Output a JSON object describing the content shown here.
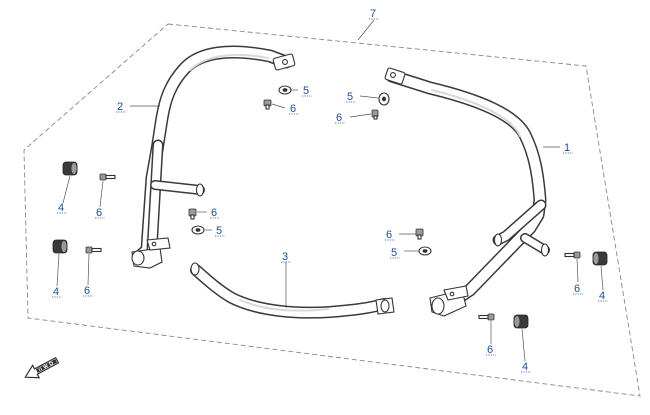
{
  "diagram": {
    "callouts": [
      {
        "id": "c7",
        "label": "7"
      },
      {
        "id": "c2",
        "label": "2"
      },
      {
        "id": "c5a",
        "label": "5"
      },
      {
        "id": "c6a",
        "label": "6"
      },
      {
        "id": "c5b",
        "label": "5"
      },
      {
        "id": "c6b",
        "label": "6"
      },
      {
        "id": "c1",
        "label": "1"
      },
      {
        "id": "c4a",
        "label": "4"
      },
      {
        "id": "c6c",
        "label": "6"
      },
      {
        "id": "c6d",
        "label": "6"
      },
      {
        "id": "c5c",
        "label": "5"
      },
      {
        "id": "c4b",
        "label": "4"
      },
      {
        "id": "c6e",
        "label": "6"
      },
      {
        "id": "c3",
        "label": "3"
      },
      {
        "id": "c6f",
        "label": "6"
      },
      {
        "id": "c5d",
        "label": "5"
      },
      {
        "id": "c6g",
        "label": "6"
      },
      {
        "id": "c4c",
        "label": "4"
      },
      {
        "id": "c6h",
        "label": "6"
      },
      {
        "id": "c4d",
        "label": "4"
      }
    ],
    "front_arrow_icon": "fwd-arrow-icon"
  }
}
